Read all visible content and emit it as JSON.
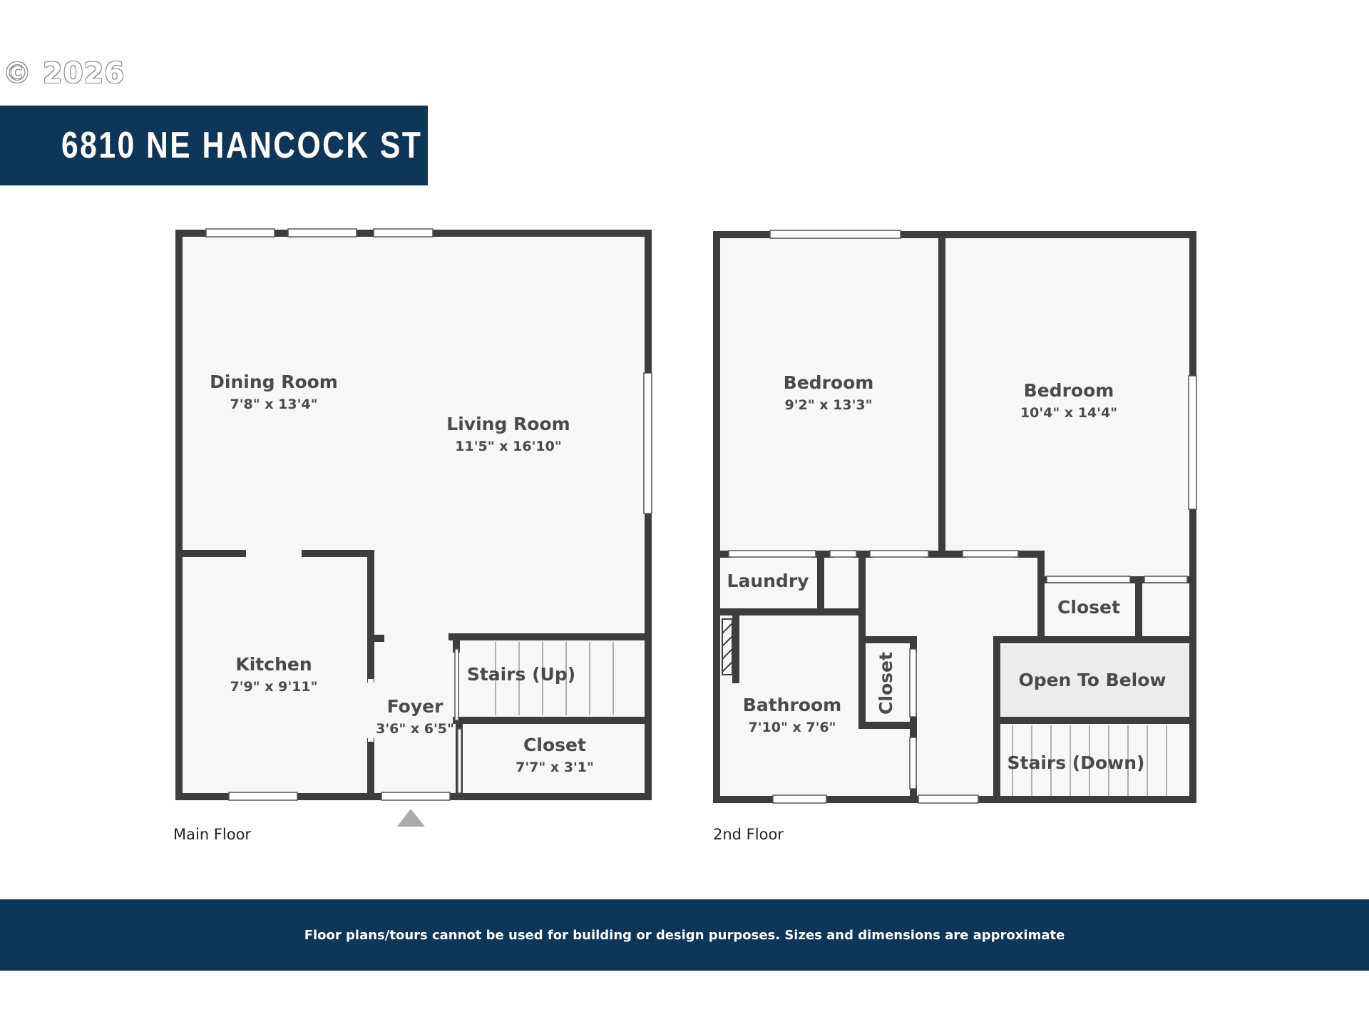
{
  "watermark": "© 2026",
  "title": "6810 NE HANCOCK ST",
  "colors": {
    "banner": "#0e3659",
    "wall": "#3d3d3d",
    "floor": "#f7f7f7",
    "open_to_below": "#ececec"
  },
  "main_floor": {
    "label": "Main Floor",
    "rooms": {
      "dining_room": {
        "name": "Dining Room",
        "dims": "7'8\" x 13'4\""
      },
      "living_room": {
        "name": "Living Room",
        "dims": "11'5\" x 16'10\""
      },
      "kitchen": {
        "name": "Kitchen",
        "dims": "7'9\" x 9'11\""
      },
      "foyer": {
        "name": "Foyer",
        "dims": "3'6\" x 6'5\""
      },
      "stairs_up": {
        "name": "Stairs (Up)"
      },
      "closet": {
        "name": "Closet",
        "dims": "7'7\" x 3'1\""
      }
    }
  },
  "second_floor": {
    "label": "2nd Floor",
    "rooms": {
      "bedroom_1": {
        "name": "Bedroom",
        "dims": "9'2\" x 13'3\""
      },
      "bedroom_2": {
        "name": "Bedroom",
        "dims": "10'4\" x 14'4\""
      },
      "laundry": {
        "name": "Laundry"
      },
      "closet_1": {
        "name": "Closet"
      },
      "closet_2": {
        "name": "Closet"
      },
      "bathroom": {
        "name": "Bathroom",
        "dims": "7'10\" x 7'6\""
      },
      "open_to_below": {
        "name": "Open To Below"
      },
      "stairs_down": {
        "name": "Stairs (Down)"
      }
    }
  },
  "disclaimer": "Floor plans/tours cannot be used for building or design purposes. Sizes and dimensions are approximate"
}
